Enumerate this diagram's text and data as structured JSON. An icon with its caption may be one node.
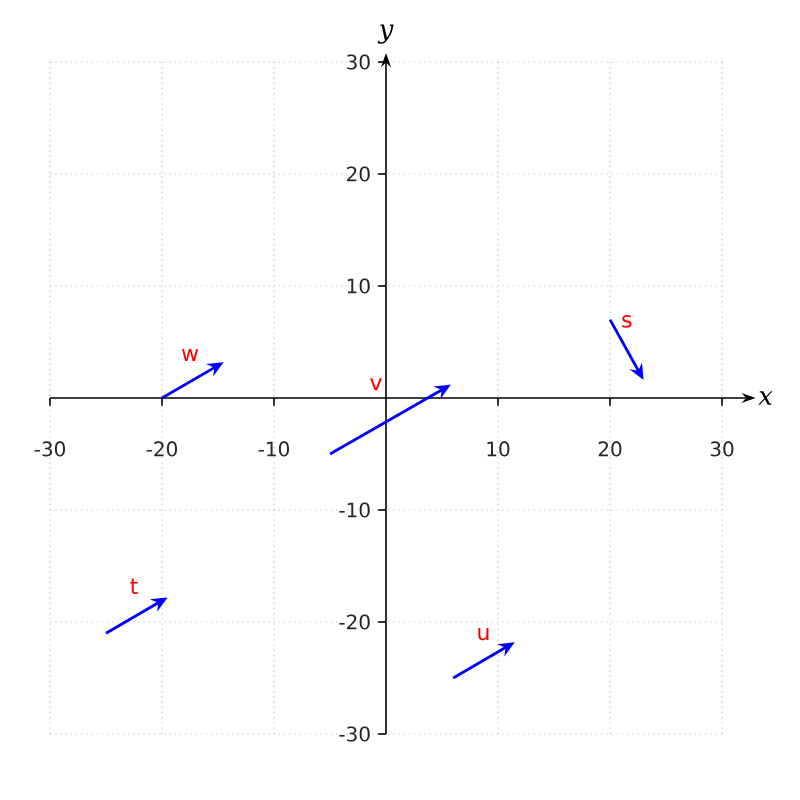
{
  "diagram": {
    "chart_data": {
      "type": "line",
      "xlabel": "x",
      "ylabel": "y",
      "xlim": [
        -30,
        30
      ],
      "ylim": [
        -30,
        30
      ],
      "grid": true,
      "xticks": [
        -30,
        -20,
        -10,
        10,
        20,
        30
      ],
      "yticks": [
        -30,
        -20,
        -10,
        10,
        20,
        30
      ],
      "annotations": [
        "w",
        "v",
        "s",
        "t",
        "u"
      ]
    }
  }
}
